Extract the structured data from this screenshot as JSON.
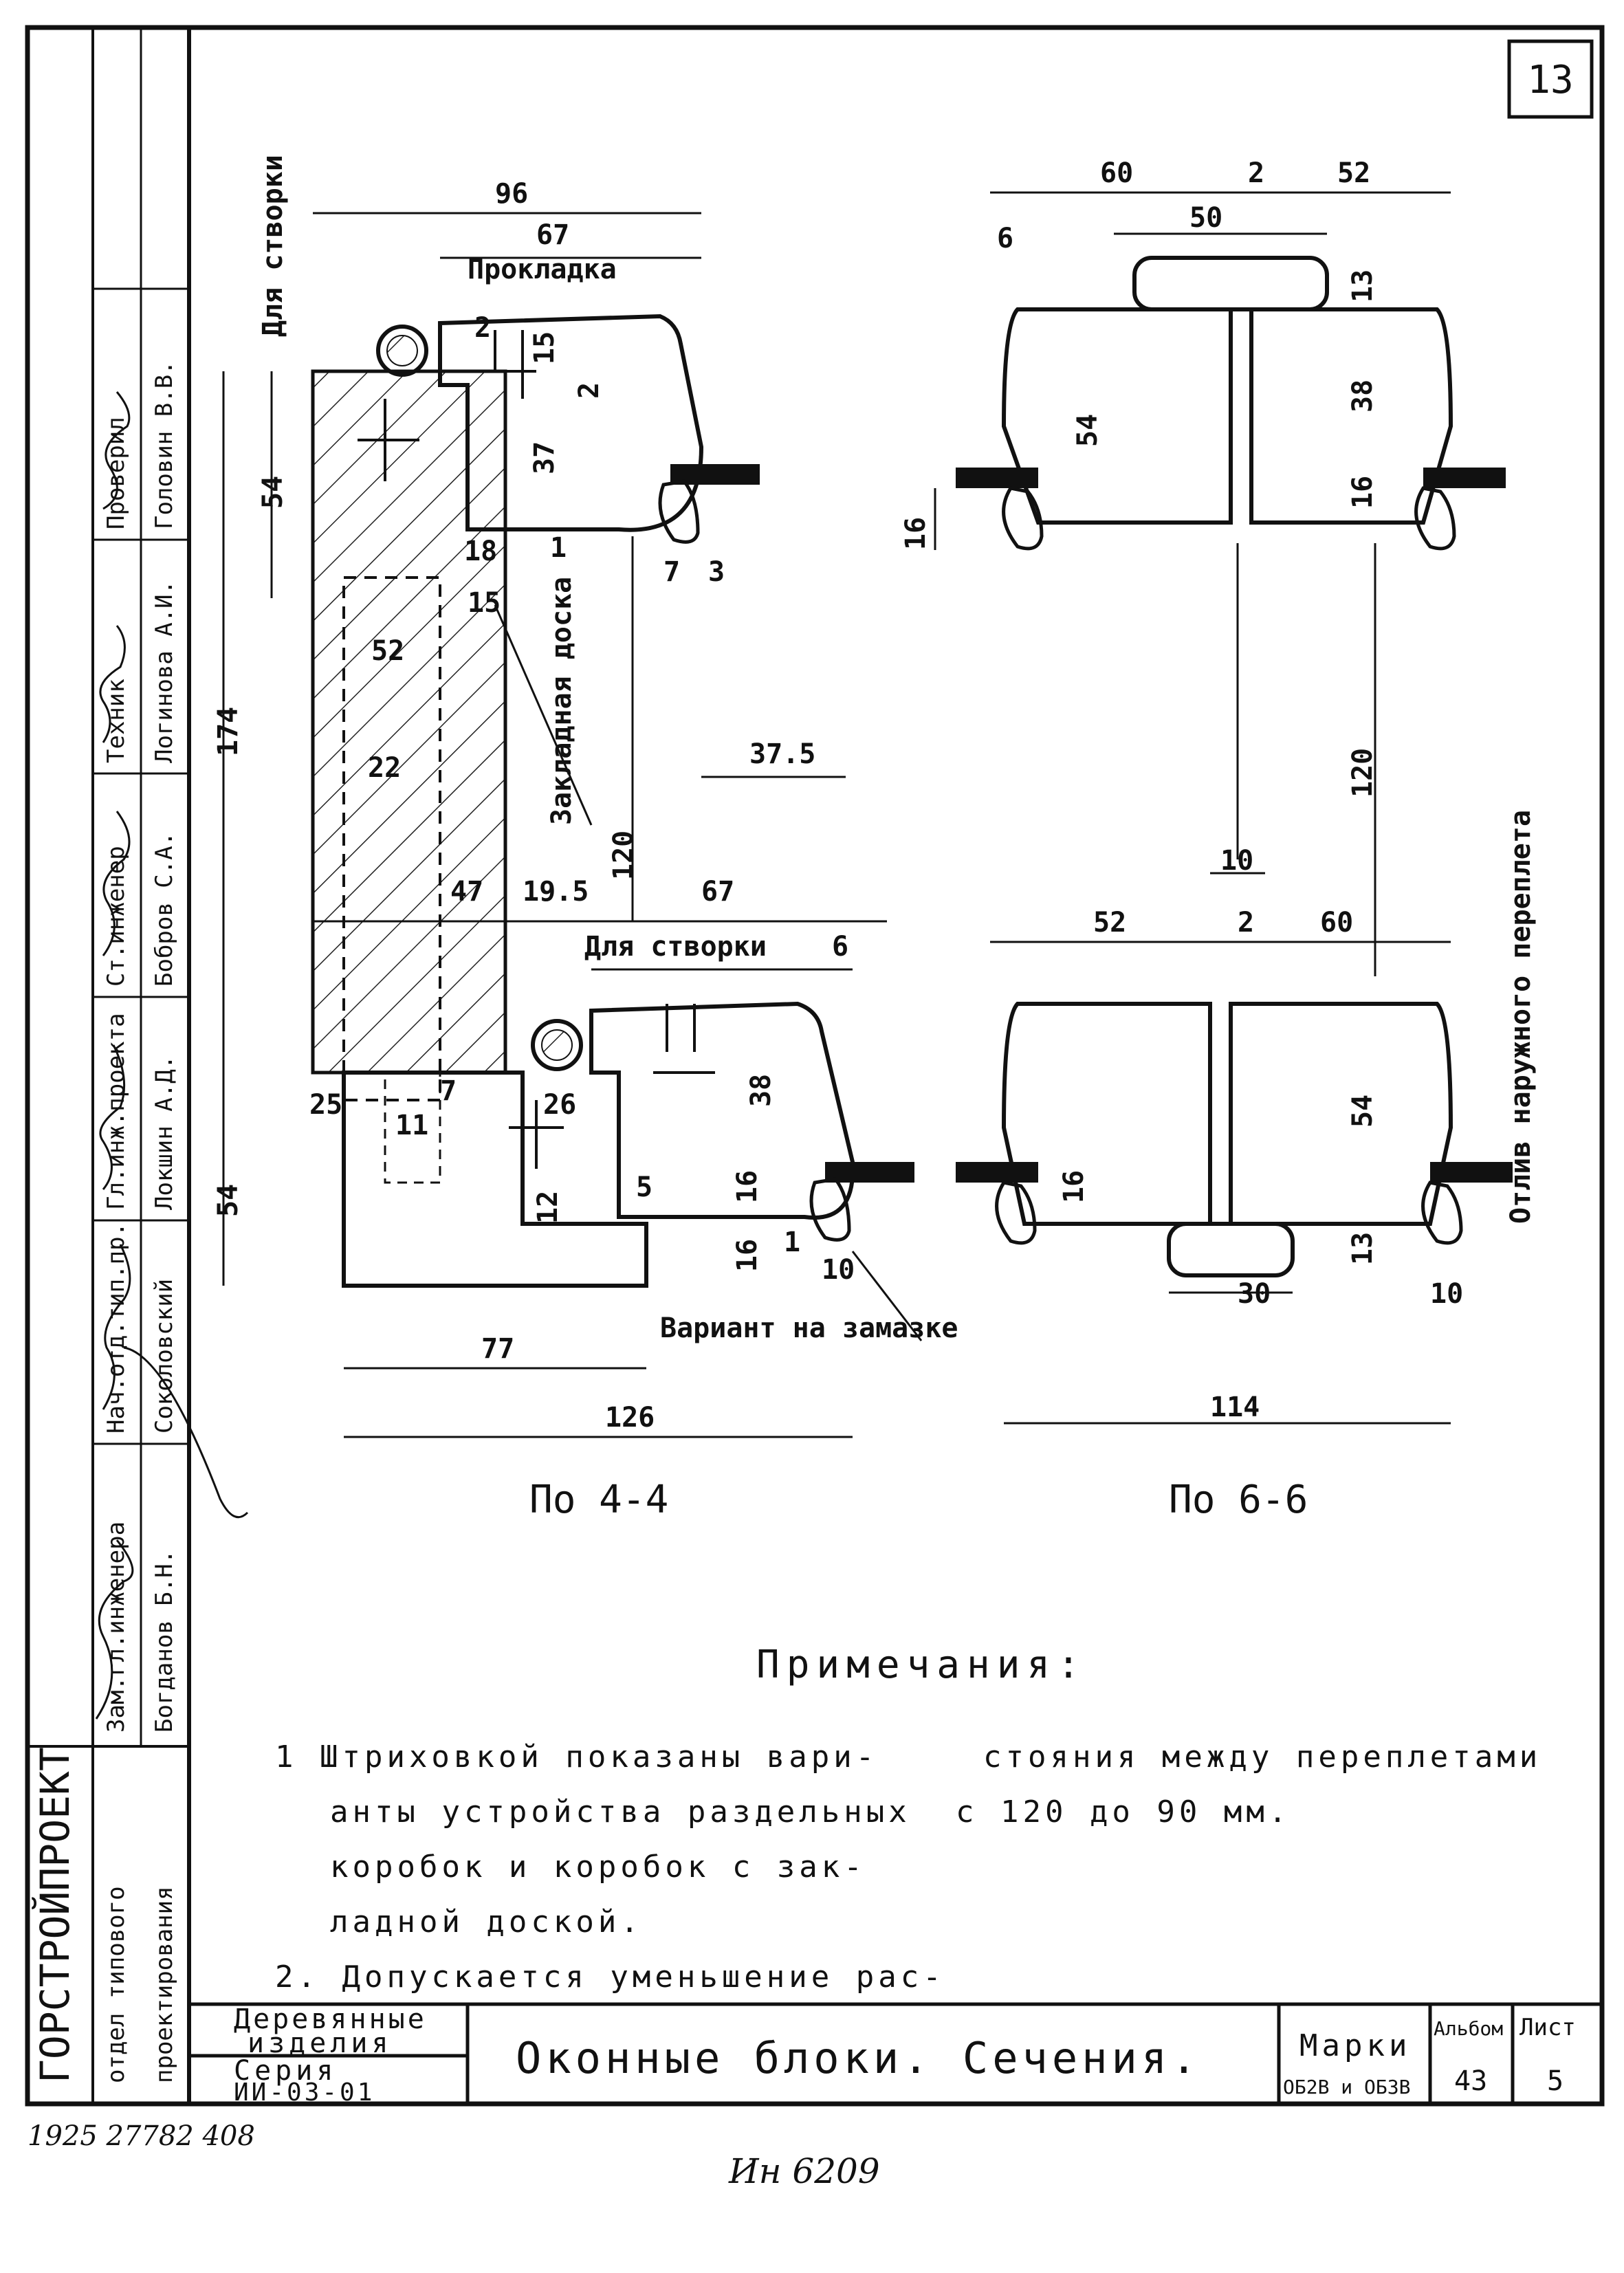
{
  "sheet": {
    "number": "13"
  },
  "side_stamp": {
    "org": "ГОРСТРОЙПРОЕКТ",
    "dept_line1": "отдел типового",
    "dept_line2": "проектирования",
    "rows": [
      {
        "role": "Зам.гл.инженера",
        "name": "Богданов Б.Н."
      },
      {
        "role": "Нач.отд.тип.пр.",
        "name": "Соколовский"
      },
      {
        "role": "Гл.инж.проекта",
        "name": "Локшин А.Д."
      },
      {
        "role": "Ст.инженер",
        "name": "Бобров С.А."
      },
      {
        "role": "Техник",
        "name": "Логинова А.И."
      },
      {
        "role": "Проверил",
        "name": "Головин В.В."
      }
    ]
  },
  "section_44": {
    "caption": "По 4-4",
    "labels": {
      "for_sash": "Для створки",
      "gasket": "Прокладка",
      "embedded_board": "Закладная доска",
      "for_sash_2": "Для створки",
      "putty_variant": "Вариант на замазке"
    },
    "dims": [
      "96",
      "67",
      "2",
      "15",
      "2",
      "37",
      "1",
      "7",
      "3",
      "18",
      "15",
      "54",
      "174",
      "52",
      "22",
      "120",
      "47",
      "19.5",
      "37.5",
      "67",
      "6",
      "54",
      "38",
      "25",
      "11",
      "7",
      "26",
      "12",
      "5",
      "16",
      "16",
      "1",
      "10",
      "77",
      "126"
    ]
  },
  "section_66": {
    "caption": "По 6-6",
    "labels": {
      "drip": "Отлив наружного переплета"
    },
    "dims": [
      "60",
      "2",
      "52",
      "50",
      "6",
      "13",
      "54",
      "38",
      "16",
      "16",
      "120",
      "10",
      "52",
      "2",
      "60",
      "16",
      "54",
      "13",
      "30",
      "10",
      "114"
    ]
  },
  "notes": {
    "title": "Примечания:",
    "lines_left": [
      "1 Штриховкой показаны вари-",
      "анты устройства раздельных",
      "коробок и коробок с зак-",
      "ладной доской.",
      "2. Допускается уменьшение рас-"
    ],
    "lines_right": [
      "стояния между переплетами",
      "с 120 до 90 мм."
    ]
  },
  "title_block": {
    "category_line1": "Деревянные",
    "category_line2": "изделия",
    "series_label": "Серия",
    "series_value": "ИИ-03-01",
    "title": "Оконные блоки. Сечения.",
    "marks_label": "Марки",
    "marks_value": "ОБ2В и ОБ3В",
    "album_label": "Альбом",
    "album_value": "43",
    "sheet_label": "Лист",
    "sheet_value": "5"
  },
  "footer": {
    "left_note": "1925 27782 408",
    "inventory": "Ин 6209"
  }
}
